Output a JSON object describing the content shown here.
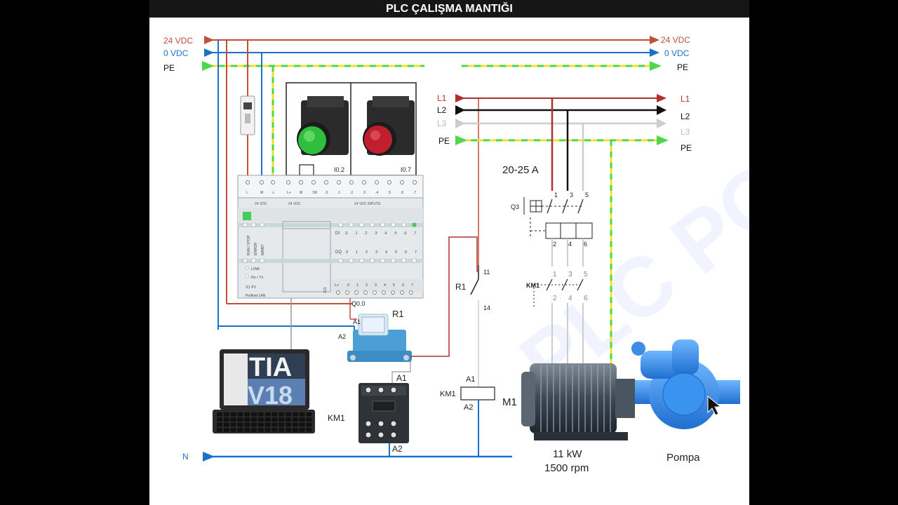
{
  "title": "PLC ÇALIŞMA MANTIĞI",
  "supply": {
    "v24": "24 VDC",
    "v0": "0 VDC",
    "pe": "PE",
    "l1": "L1",
    "l2": "L2",
    "l3": "L3",
    "n": "N"
  },
  "plc": {
    "top_terms": [
      "L",
      "M",
      "⏚",
      "L+",
      "M",
      "1M",
      ".0",
      ".1",
      ".2",
      ".3",
      ".4",
      ".5",
      ".6",
      ".7"
    ],
    "group_24vdc_a": "24 VDC",
    "group_24vdc_b": "24 VDC",
    "group_inputs": "24 VDC INPUTS",
    "side_labels": [
      "RUN / STOP",
      "ERROR",
      "MAINT"
    ],
    "di_label": "DI",
    "dq_label": "DQ",
    "io_nums": [
      ".0",
      ".1",
      ".2",
      ".3",
      ".4",
      ".5",
      ".6",
      ".7"
    ],
    "io_nums_plain": [
      "0",
      "1",
      "2",
      "3",
      "4",
      "5",
      "6",
      "7"
    ],
    "link": "LINK",
    "rx_tx": "Rx / Tx",
    "port": "X1 P1",
    "profinet": "Profinet LAN",
    "x11": "X11",
    "bottom_l": "L+",
    "bottom_nums": [
      "0",
      "1",
      "2",
      "3",
      "4",
      "5",
      "6",
      "7"
    ]
  },
  "inputs": {
    "start": "I0.2",
    "stop": "I0.7"
  },
  "output": "Q0.0",
  "relay": {
    "name": "R1",
    "a1": "A1",
    "a2": "A2",
    "contact": "R1",
    "c11": "11",
    "c14": "14"
  },
  "contactor": {
    "name": "KM1",
    "a1": "A1",
    "a2": "A2",
    "coil": "KM1",
    "coil_a1": "A1",
    "coil_a2": "A2",
    "power": "KM1",
    "t_in": [
      "1",
      "3",
      "5"
    ],
    "t_out": [
      "2",
      "4",
      "6"
    ]
  },
  "breaker": {
    "rating": "20-25 A",
    "name": "Q3",
    "t_in": [
      "1",
      "3",
      "5"
    ],
    "t_out": [
      "2",
      "4",
      "6"
    ]
  },
  "motor": {
    "name": "M1",
    "power": "11 kW",
    "speed": "1500 rpm"
  },
  "pump": {
    "name": "Pompa"
  },
  "laptop": {
    "line1": "TIA",
    "line2": "V18"
  },
  "colors": {
    "v24": "#c0503a",
    "v0": "#1a73c8",
    "pe_yellow": "#f2e02a",
    "pe_green": "#4fd64f",
    "l1": "#b03030",
    "l2": "#111111",
    "l3": "#cccccc",
    "n": "#1a73c8"
  }
}
